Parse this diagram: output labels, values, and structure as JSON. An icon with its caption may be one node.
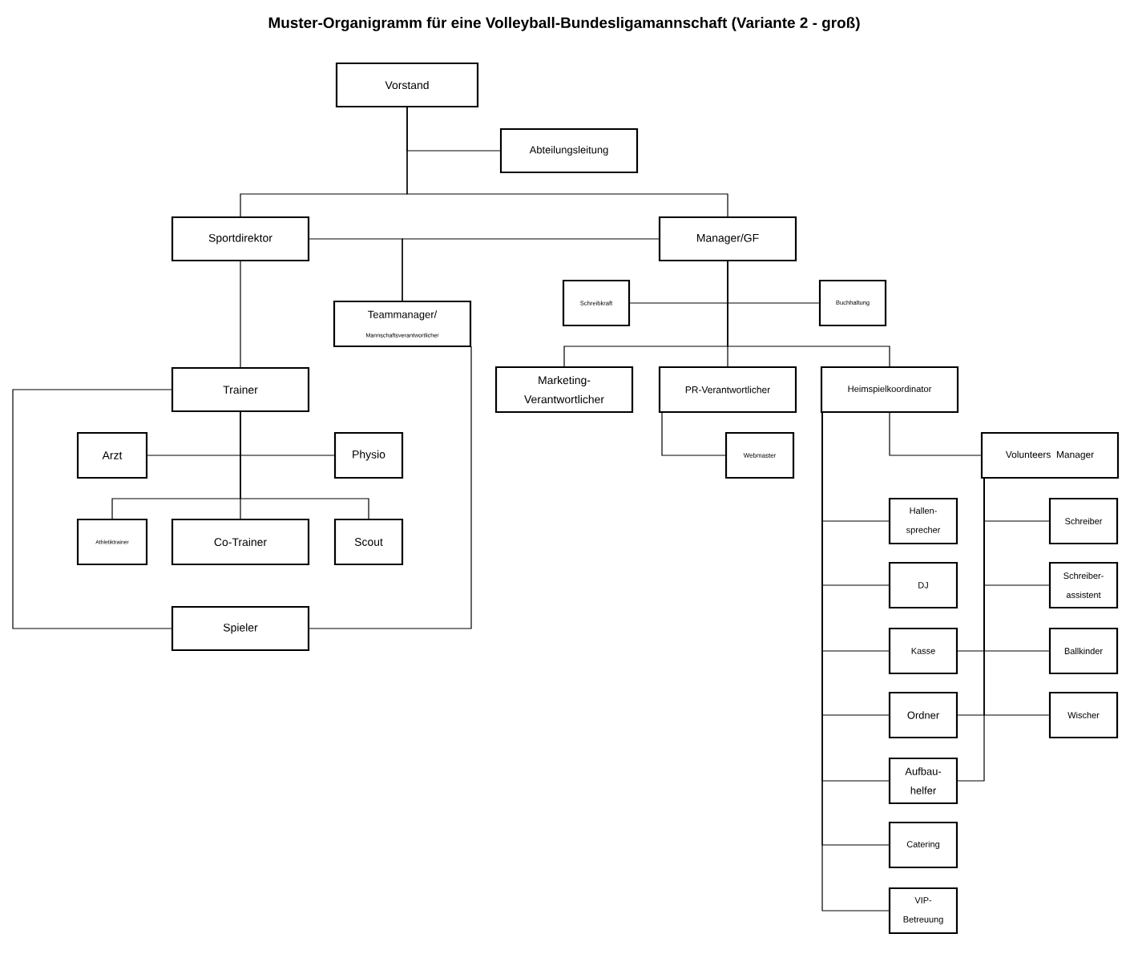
{
  "diagram": {
    "title": "Muster-Organigramm für eine Volleyball-Bundesligamannschaft (Variante 2 - groß)",
    "nodes": [
      {
        "text": [
          "Vorstand"
        ]
      },
      {
        "text": [
          "Abteilungsleitung"
        ]
      },
      {
        "text": [
          "Sportdirektor"
        ]
      },
      {
        "text": [
          "Manager/GF"
        ]
      },
      {
        "text": [
          "Teammanager/",
          "Mannschaftsverantwortlicher"
        ]
      },
      {
        "text": [
          "Schreibkraft"
        ]
      },
      {
        "text": [
          "Buchhaltung"
        ]
      },
      {
        "text": [
          "Marketing- Verantwortlicher"
        ]
      },
      {
        "text": [
          "PR-Verantwortlicher"
        ]
      },
      {
        "text": [
          "Heimspielkoordinator"
        ]
      },
      {
        "text": [
          "Trainer"
        ]
      },
      {
        "text": [
          "Arzt"
        ]
      },
      {
        "text": [
          "Physio"
        ]
      },
      {
        "text": [
          "Athletiktrainer"
        ]
      },
      {
        "text": [
          "Co-Trainer"
        ]
      },
      {
        "text": [
          "Scout"
        ]
      },
      {
        "text": [
          "Spieler"
        ]
      },
      {
        "text": [
          "Webmaster"
        ]
      },
      {
        "text": [
          "Volunteers Manager"
        ]
      },
      {
        "text": [
          "Hallen- sprecher"
        ]
      },
      {
        "text": [
          "DJ"
        ]
      },
      {
        "text": [
          "Kasse"
        ]
      },
      {
        "text": [
          "Ordner"
        ]
      },
      {
        "text": [
          "Aufbau- helfer"
        ]
      },
      {
        "text": [
          "Catering"
        ]
      },
      {
        "text": [
          "VIP- Betreuung"
        ]
      },
      {
        "text": [
          "Schreiber"
        ]
      },
      {
        "text": [
          "Schreiber- assistent"
        ]
      },
      {
        "text": [
          "Ballkinder"
        ]
      },
      {
        "text": [
          "Wischer"
        ]
      }
    ],
    "edges": [
      {
        "from": 0,
        "to": 1,
        "arrow": "none"
      },
      {
        "from": 0,
        "to": 2,
        "arrow": "none"
      },
      {
        "from": 0,
        "to": 3,
        "arrow": "none"
      },
      {
        "from": 2,
        "to": 4,
        "arrow": "none"
      },
      {
        "from": 3,
        "to": 4,
        "arrow": "none"
      },
      {
        "from": 2,
        "to": 10,
        "arrow": "none"
      },
      {
        "from": 10,
        "to": 11,
        "arrow": "none"
      },
      {
        "from": 10,
        "to": 12,
        "arrow": "none"
      },
      {
        "from": 10,
        "to": 13,
        "arrow": "none"
      },
      {
        "from": 10,
        "to": 14,
        "arrow": "none"
      },
      {
        "from": 10,
        "to": 15,
        "arrow": "none"
      },
      {
        "from": 10,
        "to": 16,
        "arrow": "none"
      },
      {
        "from": 4,
        "to": 16,
        "arrow": "none"
      },
      {
        "from": 3,
        "to": 5,
        "arrow": "none"
      },
      {
        "from": 3,
        "to": 6,
        "arrow": "none"
      },
      {
        "from": 3,
        "to": 7,
        "arrow": "none"
      },
      {
        "from": 3,
        "to": 8,
        "arrow": "none"
      },
      {
        "from": 3,
        "to": 9,
        "arrow": "none"
      },
      {
        "from": 8,
        "to": 17,
        "arrow": "none"
      },
      {
        "from": 9,
        "to": 18,
        "arrow": "none"
      },
      {
        "from": 9,
        "to": 19,
        "arrow": "none"
      },
      {
        "from": 9,
        "to": 20,
        "arrow": "none"
      },
      {
        "from": 9,
        "to": 21,
        "arrow": "none"
      },
      {
        "from": 9,
        "to": 22,
        "arrow": "none"
      },
      {
        "from": 9,
        "to": 23,
        "arrow": "none"
      },
      {
        "from": 9,
        "to": 24,
        "arrow": "none"
      },
      {
        "from": 9,
        "to": 25,
        "arrow": "none"
      },
      {
        "from": 18,
        "to": 26,
        "arrow": "none"
      },
      {
        "from": 18,
        "to": 27,
        "arrow": "none"
      },
      {
        "from": 18,
        "to": 21,
        "arrow": "none"
      },
      {
        "from": 18,
        "to": 28,
        "arrow": "none"
      },
      {
        "from": 18,
        "to": 22,
        "arrow": "none"
      },
      {
        "from": 18,
        "to": 29,
        "arrow": "none"
      },
      {
        "from": 18,
        "to": 23,
        "arrow": "none"
      }
    ]
  }
}
